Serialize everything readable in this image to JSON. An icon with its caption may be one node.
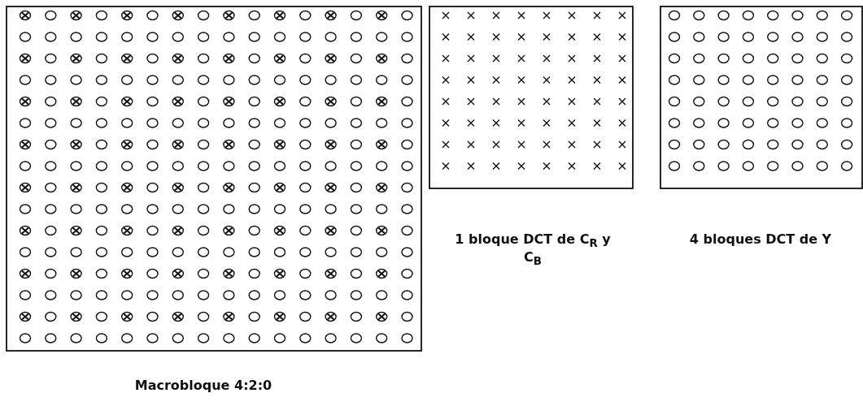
{
  "diagram": {
    "labels": [
      "1 bloque DCT de C$_{R}$ y C$_{B}$",
      "4 bloques DCT de Y",
      "Macrobloque 4:2:0"
    ]
  }
}
